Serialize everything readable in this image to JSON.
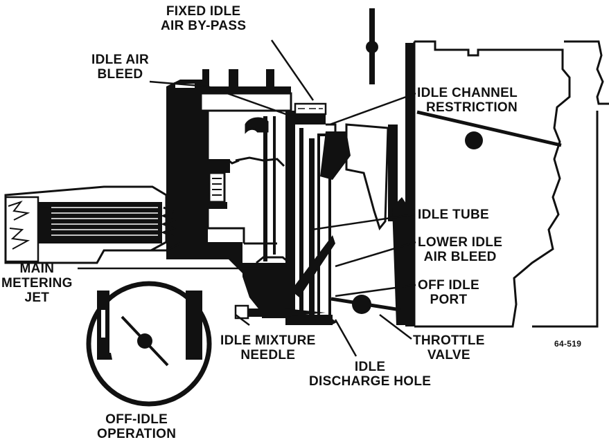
{
  "labels": {
    "fixed_idle_air_bypass": [
      "FIXED IDLE",
      "AIR BY-PASS"
    ],
    "idle_air_bleed": [
      "IDLE AIR",
      "BLEED"
    ],
    "idle_channel_restriction": [
      "IDLE CHANNEL",
      "RESTRICTION"
    ],
    "idle_tube": [
      "IDLE TUBE"
    ],
    "lower_idle_air_bleed": [
      "LOWER IDLE",
      "AIR BLEED"
    ],
    "off_idle_port": [
      "OFF IDLE",
      "PORT"
    ],
    "main_metering_jet": [
      "MAIN",
      "METERING",
      "JET"
    ],
    "idle_mixture_needle": [
      "IDLE MIXTURE",
      "NEEDLE"
    ],
    "idle_discharge_hole": [
      "IDLE",
      "DISCHARGE HOLE"
    ],
    "throttle_valve": [
      "THROTTLE",
      "VALVE"
    ],
    "off_idle_operation": [
      "OFF-IDLE",
      "OPERATION"
    ]
  },
  "figure_number": "64-519",
  "colors": {
    "ink": "#111111",
    "paper": "#ffffff"
  }
}
